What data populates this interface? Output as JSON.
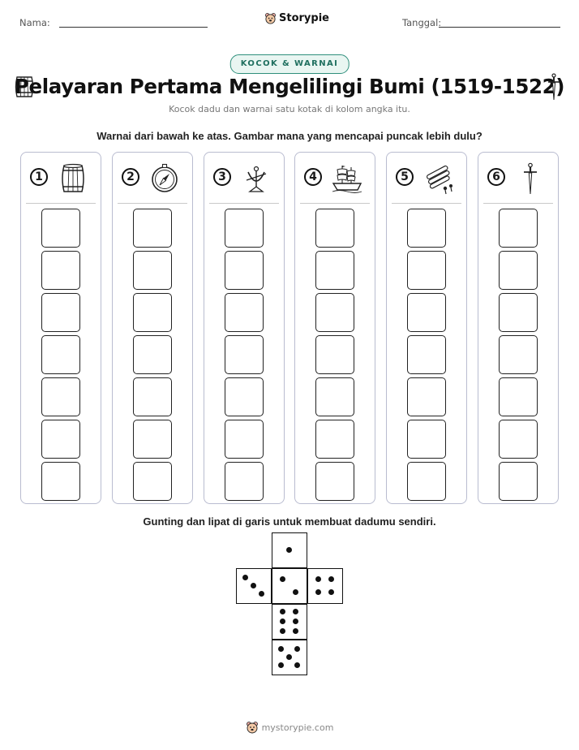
{
  "header": {
    "name_label": "Nama:",
    "date_label": "Tanggal:",
    "brand": "Storypie"
  },
  "badge": "KOCOK & WARNAI",
  "title": "Pelayaran Pertama Mengelilingi Bumi (1519-1522)",
  "subtitle": "Kocok dadu dan warnai satu kotak di kolom angka itu.",
  "instruction": "Warnai dari bawah ke atas. Gambar mana yang mencapai puncak lebih dulu?",
  "columns": [
    {
      "number": "1",
      "icon": "barrel-icon"
    },
    {
      "number": "2",
      "icon": "compass-icon"
    },
    {
      "number": "3",
      "icon": "astrolabe-icon"
    },
    {
      "number": "4",
      "icon": "galleon-ship-icon"
    },
    {
      "number": "5",
      "icon": "cinnamon-cloves-icon"
    },
    {
      "number": "6",
      "icon": "sword-icon"
    }
  ],
  "boxes_per_column": 7,
  "cut_instruction": "Gunting dan lipat di garis untuk membuat dadumu sendiri.",
  "footer": "mystorypie.com"
}
